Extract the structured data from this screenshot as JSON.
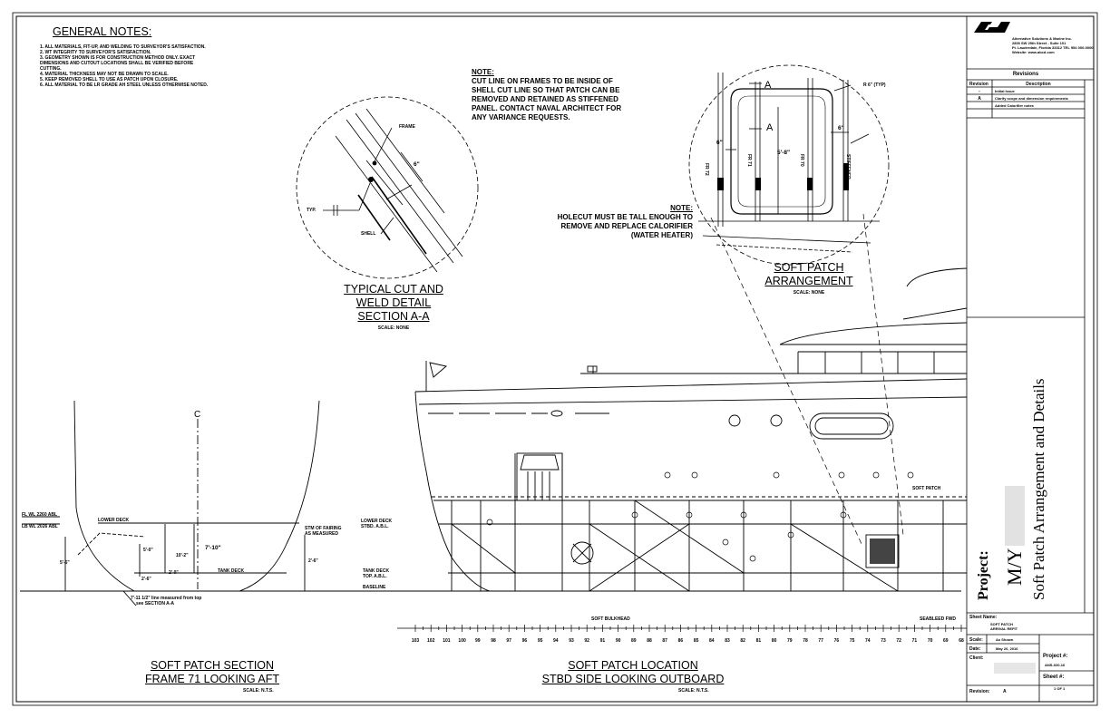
{
  "general_notes": {
    "title": "GENERAL NOTES:",
    "items": [
      "1.   ALL MATERIALS, FIT-UP, AND WELDING TO SURVEYOR'S SATISFACTION.",
      "2.   WT INTEGRITY TO SURVEYOR'S SATISFACTION.",
      "3.   GEOMETRY SHOWN IS FOR CONSTRUCTION METHOD ONLY. EXACT",
      "      DIMENSIONS AND CUTOUT LOCATIONS SHALL BE VERIFIED BEFORE",
      "      CUTTING.",
      "4.   MATERIAL THICKNESS MAY NOT BE DRAWN TO SCALE.",
      "5.   KEEP REMOVED SHELL TO USE AS PATCH UPON CLOSURE.",
      "6.   ALL MATERIAL TO BE LR GRADE AH STEEL UNLESS OTHERWISE NOTED."
    ]
  },
  "note_cut_line": {
    "title": "NOTE:",
    "lines": [
      "CUT LINE ON FRAMES TO BE INSIDE OF",
      "SHELL CUT LINE SO THAT PATCH CAN BE",
      "REMOVED AND RETAINED AS  STIFFENED",
      "PANEL. CONTACT NAVAL ARCHITECT FOR",
      "ANY VARIANCE REQUESTS."
    ]
  },
  "note_holecut": {
    "title": "NOTE:",
    "lines": [
      "HOLECUT MUST BE TALL ENOUGH TO",
      "REMOVE AND REPLACE CALORIFIER",
      "(WATER HEATER)"
    ]
  },
  "detail_weld": {
    "title_lines": [
      "TYPICAL CUT AND",
      "WELD DETAIL",
      "SECTION A-A"
    ],
    "scale": "SCALE:   NONE",
    "labels": {
      "frame": "FRAME",
      "shell": "SHELL",
      "typ": "TYP.",
      "dim": "6\""
    }
  },
  "detail_arrangement": {
    "title_lines": [
      "SOFT PATCH",
      "ARRANGEMENT"
    ],
    "scale": "SCALE:   NONE",
    "labels": {
      "section_a_top": "A",
      "section_a_mid": "A",
      "r_typ": "R 6\" (TYP)",
      "dim_left": "6\"",
      "dim_right": "6\"",
      "dim_height": "5'-8\"",
      "fr_left": "FR 72",
      "fr_mid1": "FR 71",
      "fr_mid2": "FR 70",
      "stiffener": "STIFFENER"
    }
  },
  "section_view": {
    "title_lines": [
      "SOFT PATCH SECTION",
      "FRAME 71 LOOKING AFT"
    ],
    "scale": "SCALE: N.T.S.",
    "labels": {
      "centerline": "C",
      "fl_wl": "FL WL 2260 ABL",
      "lb_wl": "LB WL 2026 ABL",
      "lower_deck": "LOWER DECK",
      "tank_deck": "TANK DECK",
      "stbd_fairing": "STM OF FAIRING",
      "as_measured": "AS MEASURED",
      "dim_a": "7'-10\"",
      "dim_b": "5'-0\"",
      "dim_c": "10'-2\"",
      "dim_d": "5'-6\"",
      "dim_e": "2'-0\"",
      "dim_f": "2'-6\"",
      "dim_g": "2'-6\"",
      "note_bottom": "7'-11 1/2\" line measured from top",
      "note_bottom2": "see SECTION A-A"
    }
  },
  "location_view": {
    "title_lines": [
      "SOFT PATCH LOCATION",
      "STBD SIDE LOOKING OUTBOARD"
    ],
    "scale": "SCALE: N.T.S.",
    "labels": {
      "lower_deck": "LOWER DECK",
      "lower_deck_abl": "STBD. A.B.L.",
      "tank_deck": "TANK DECK",
      "tank_deck_abl": "TOP. A.B.L.",
      "baseline": "BASELINE",
      "soft_patch": "SOFT PATCH",
      "soft_bulkhead": "SOFT BULKHEAD",
      "seableed_fwd": "SEABLEED FWD"
    },
    "frame_numbers": [
      "103",
      "102",
      "101",
      "100",
      "99",
      "98",
      "97",
      "96",
      "95",
      "94",
      "93",
      "92",
      "91",
      "90",
      "89",
      "88",
      "87",
      "86",
      "85",
      "84",
      "83",
      "82",
      "81",
      "80",
      "79",
      "78",
      "77",
      "76",
      "75",
      "74",
      "73",
      "72",
      "71",
      "70",
      "69",
      "68"
    ]
  },
  "title_block": {
    "company_lines": [
      "Alternative Solutions & Marine Inc.",
      "2800 SW 29th Street - Suite 101",
      "Ft. Lauderdale, Florida 33312  TEL 954 000-0000",
      "Website: www.abcd.com"
    ],
    "revisions_header": "Revisions",
    "rev_col": "Revision",
    "desc_col": "Description",
    "rev_rows": [
      {
        "rev": "-",
        "desc": "Initial Issue"
      },
      {
        "rev": "A",
        "desc": "Clarify scope and dimension requirements"
      },
      {
        "rev": "",
        "desc": "Added Calorifier notes"
      }
    ],
    "project_label": "Project:",
    "vessel": "M/Y",
    "drawing_title": "Soft Patch Arrangement and Details",
    "sheet_name_label": "Sheet Name:",
    "sheet_name": "SOFT PATCH",
    "sheet_name2": "ARRIVAL REFIT",
    "scale_label": "Scale:",
    "scale_value": "As Shown",
    "date_label": "Date:",
    "date_value": "May 26, 2016",
    "client_label": "Client:",
    "project_no_label": "Project #:",
    "project_no": "ANS-020-16",
    "sheet_no_label": "Sheet #:",
    "sheet_no": "1 OF 1",
    "revision_label": "Revision:",
    "revision_value": "A"
  }
}
